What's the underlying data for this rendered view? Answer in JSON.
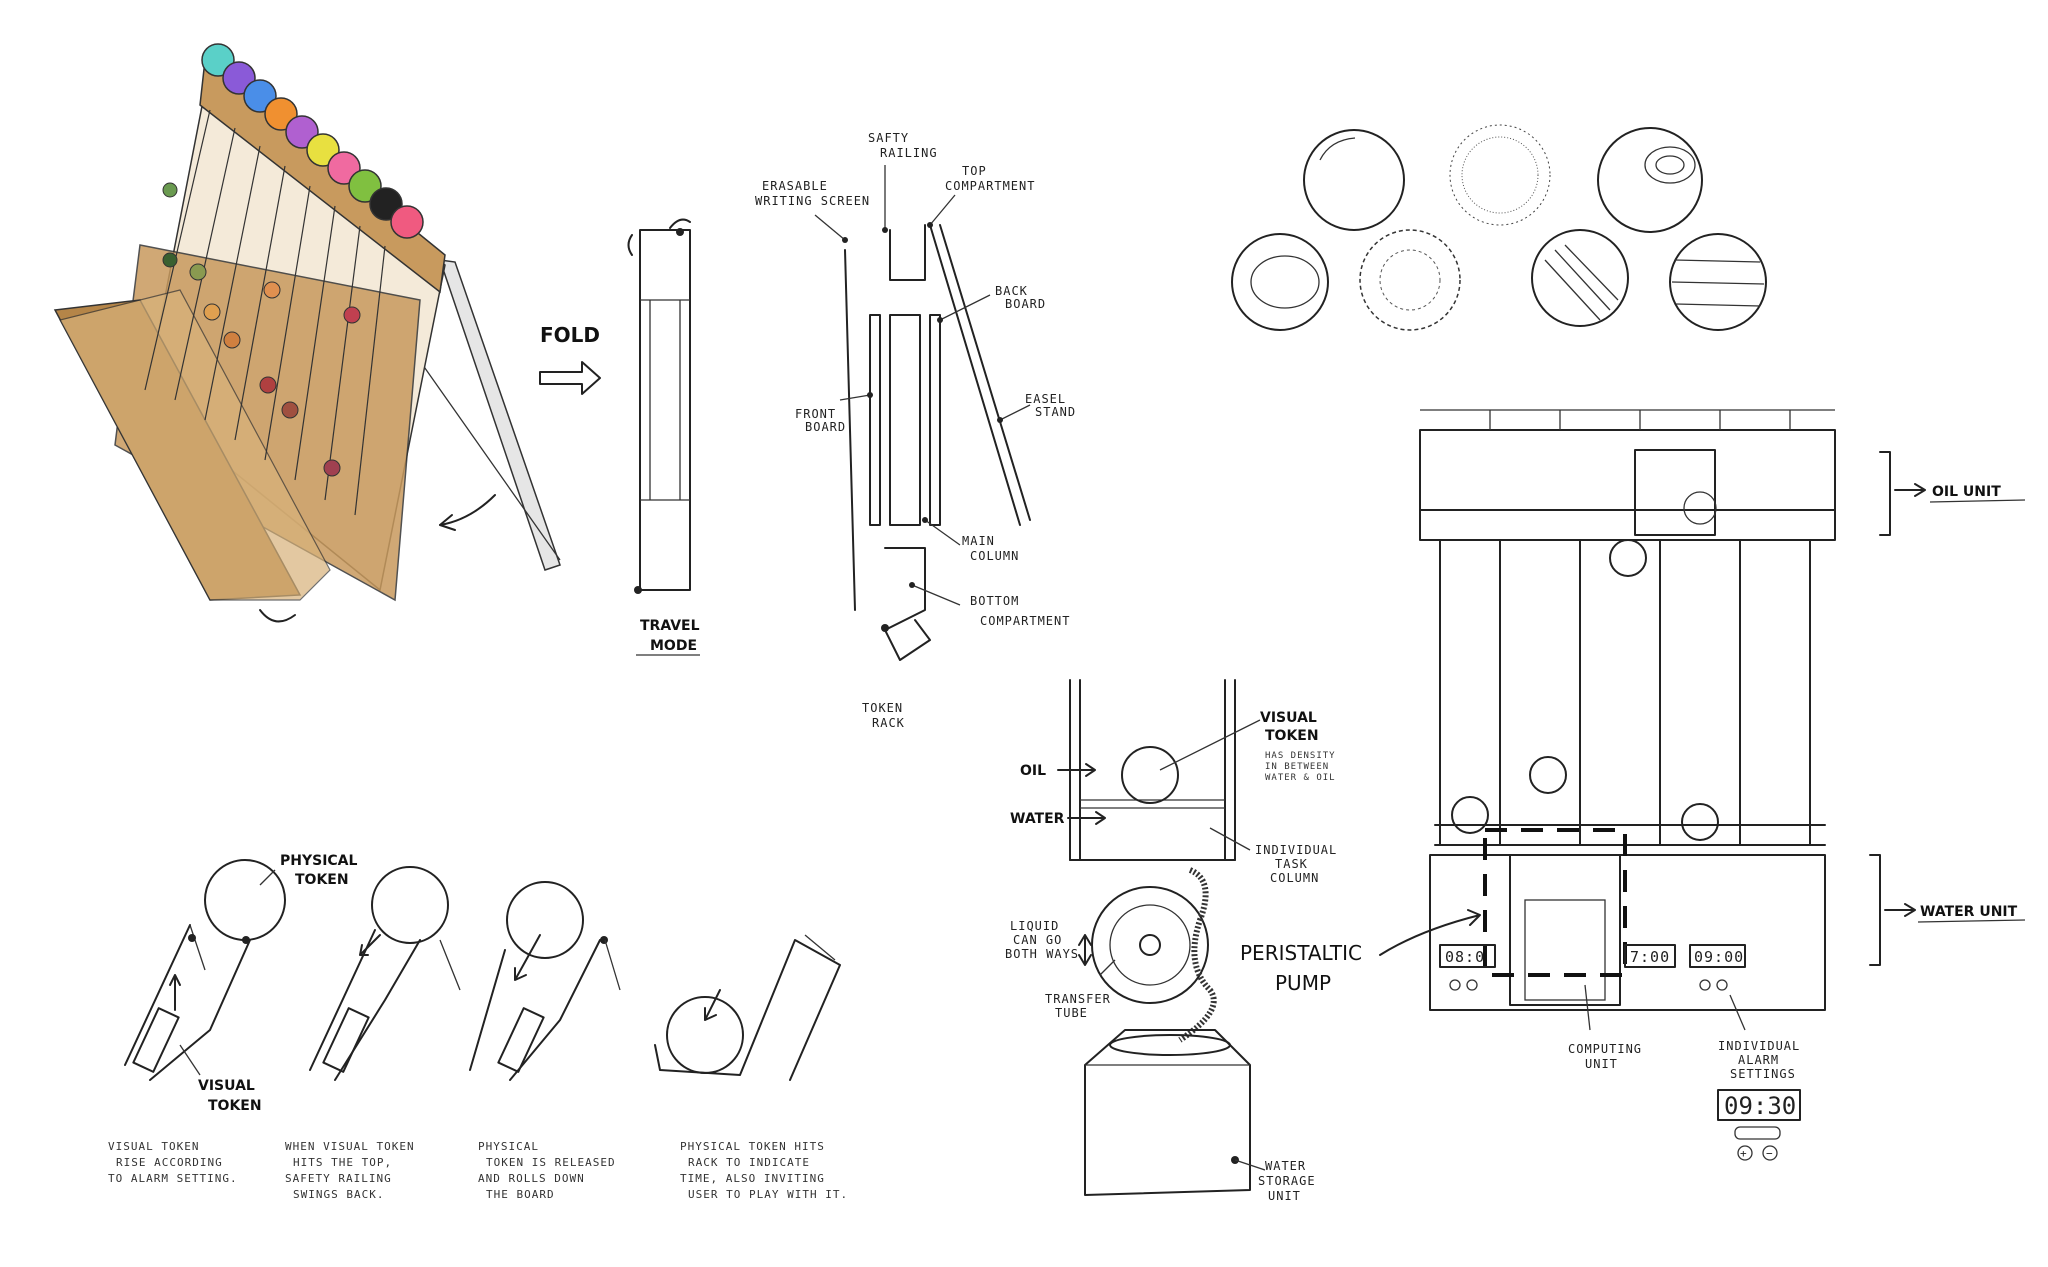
{
  "fold_label": "FOLD",
  "travel_mode": [
    "TRAVEL",
    "MODE"
  ],
  "exploded": {
    "safety_railing": [
      "SAFTY",
      "RAILING"
    ],
    "erasable_screen": [
      "ERASABLE",
      "WRITING SCREEN"
    ],
    "top_compartment": [
      "TOP",
      "COMPARTMENT"
    ],
    "back_board": [
      "BACK",
      "BOARD"
    ],
    "front_board": [
      "FRONT",
      "BOARD"
    ],
    "easel_stand": [
      "EASEL",
      "STAND"
    ],
    "main_column": [
      "MAIN",
      "COLUMN"
    ],
    "bottom_compartment": [
      "BOTTOM",
      "COMPARTMENT"
    ],
    "token_rack": [
      "TOKEN",
      "RACK"
    ]
  },
  "sequence": {
    "physical_token": [
      "PHYSICAL",
      "TOKEN"
    ],
    "visual_token": [
      "VISUAL",
      "TOKEN"
    ],
    "captions": [
      [
        "VISUAL TOKEN",
        "RISE ACCORDING",
        "TO ALARM SETTING."
      ],
      [
        "WHEN VISUAL TOKEN",
        "HITS THE TOP,",
        "SAFETY RAILING",
        "SWINGS BACK."
      ],
      [
        "PHYSICAL",
        "TOKEN IS RELEASED",
        "AND ROLLS DOWN",
        "THE BOARD"
      ],
      [
        "PHYSICAL TOKEN HITS",
        "RACK TO INDICATE",
        "TIME, ALSO INVITING",
        "USER TO PLAY WITH IT."
      ]
    ]
  },
  "pump": {
    "oil": "OIL",
    "water": "WATER",
    "visual_token": [
      "VISUAL",
      "TOKEN"
    ],
    "density_note": [
      "HAS DENSITY",
      "IN BETWEEN",
      "WATER & OIL"
    ],
    "task_column": [
      "INDIVIDUAL",
      "TASK",
      "COLUMN"
    ],
    "liquid_note": [
      "LIQUID",
      "CAN GO",
      "BOTH WAYS"
    ],
    "transfer_tube": [
      "TRANSFER",
      "TUBE"
    ],
    "peristaltic": [
      "PERISTALTIC",
      "PUMP"
    ],
    "water_storage": [
      "WATER",
      "STORAGE",
      "UNIT"
    ]
  },
  "cutaway": {
    "oil_unit": "OIL UNIT",
    "water_unit": "WATER UNIT",
    "computing_unit": [
      "COMPUTING",
      "UNIT"
    ],
    "alarm_settings": [
      "INDIVIDUAL",
      "ALARM",
      "SETTINGS"
    ],
    "displays": [
      "08:0",
      "7:00",
      "09:00"
    ],
    "big_display": "09:30"
  },
  "colors": {
    "wood": "#c89a5e",
    "wood_dark": "#9c6f3a",
    "tokens": [
      "#5ad0c8",
      "#8a5ad8",
      "#4a8ee8",
      "#f09030",
      "#b060d0",
      "#e8e040",
      "#f06aa0",
      "#80c040",
      "#222222",
      "#f05a80"
    ]
  }
}
